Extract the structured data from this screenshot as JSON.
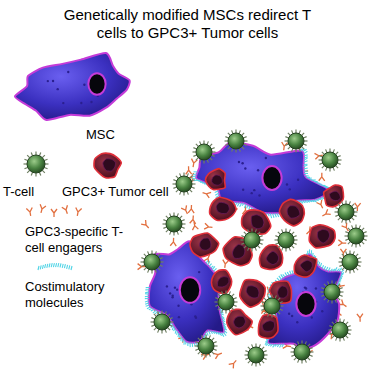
{
  "diagram": {
    "title": "Genetically modified MSCs redirect T cells to GPC3+ Tumor cells",
    "legend": [
      {
        "text": "MSC"
      },
      {
        "text": "T-cell"
      },
      {
        "text": "GPC3+ Tumor cell"
      },
      {
        "text": "GPC3-specific T-cell engagers"
      },
      {
        "text": "Costimulatory molecules"
      }
    ]
  }
}
